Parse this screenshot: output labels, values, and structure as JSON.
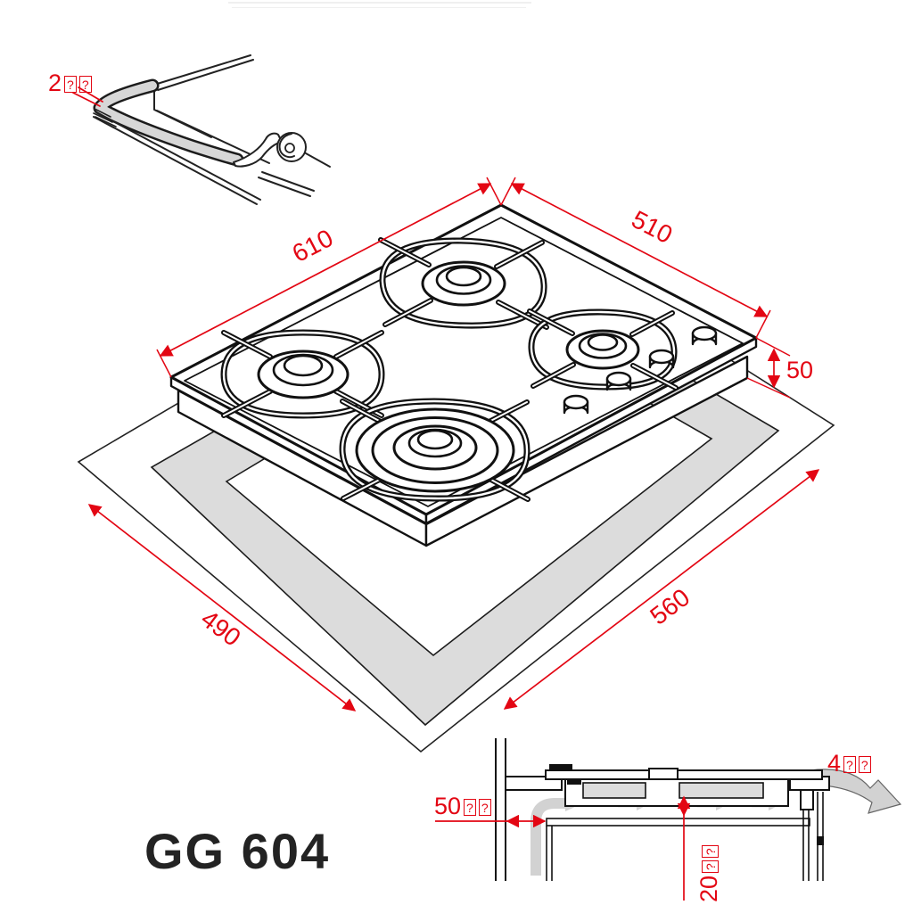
{
  "title": "Gas hob installation drawing",
  "model": "GG 604",
  "colors": {
    "dimension_red": "#e30613",
    "line_black": "#1a1a1a",
    "cutout_gray": "#dcdcdc",
    "airflow_gray": "#d2d2d2"
  },
  "dims": {
    "hob_width": {
      "value": "610"
    },
    "hob_depth": {
      "value": "510"
    },
    "hob_height": {
      "value": "50"
    },
    "cutout_width": {
      "value": "490"
    },
    "cutout_depth": {
      "value": "560"
    },
    "edge_thickness": {
      "value": "2",
      "unit": "??"
    },
    "rear_clearance": {
      "value": "50",
      "unit": "??"
    },
    "under_clearance": {
      "value": "20",
      "unit": "??"
    },
    "front_gap": {
      "value": "4",
      "unit": "??"
    }
  }
}
